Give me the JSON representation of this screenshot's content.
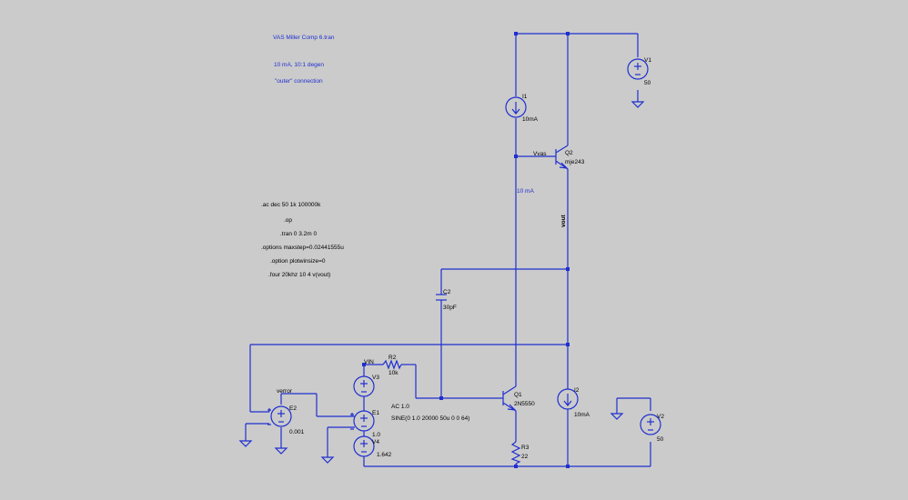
{
  "comments": {
    "title": "VAS Miller Comp 6.tran",
    "line2": "10 mA, 10:1 degen",
    "line3": "\"outer\" connection"
  },
  "directives": [
    ".ac dec 50 1k 100000k",
    ".op",
    ".tran 0 3.2m 0",
    ".options maxstep=0.02441555u",
    ".option plotwinsize=0",
    ".four 20khz 10 4 v(vout)"
  ],
  "components": {
    "V1": {
      "name": "V1",
      "value": "50"
    },
    "V2": {
      "name": "V2",
      "value": "50"
    },
    "V3": {
      "name": "V3"
    },
    "V4": {
      "name": "V4",
      "value": "1.642"
    },
    "I1": {
      "name": "I1",
      "value": "10mA"
    },
    "I2": {
      "name": "I2",
      "value": "10mA"
    },
    "Q1": {
      "name": "Q1",
      "value": "2N5550"
    },
    "Q2": {
      "name": "Q2",
      "value": "mje243"
    },
    "C2": {
      "name": "C2",
      "value": "30pF"
    },
    "R2": {
      "name": "R2",
      "value": "10k"
    },
    "R3": {
      "name": "R3",
      "value": "22"
    },
    "E1": {
      "name": "E1",
      "value": "1.0"
    },
    "E2": {
      "name": "E2",
      "value": "0.001"
    }
  },
  "labels": {
    "vin": "VIN",
    "verror": "verror",
    "vvas": "Vvas",
    "vout": "vout",
    "current_annot": "10 mA",
    "ac": "AC 1.0",
    "sine": "SINE(0 1.0 20000 50u 0 0 64)"
  }
}
